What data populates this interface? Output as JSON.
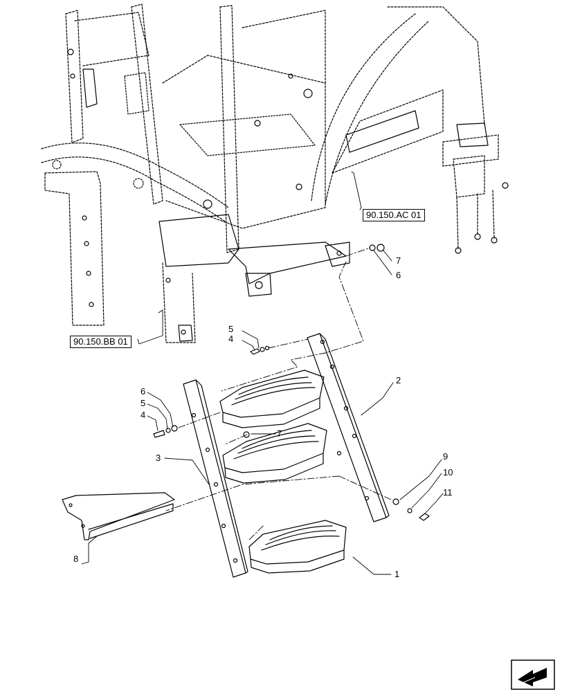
{
  "references": [
    {
      "id": "ref-ac",
      "label": "90.150.AC 01"
    },
    {
      "id": "ref-bb",
      "label": "90.150.BB 01"
    }
  ],
  "callouts": {
    "c7a": "7",
    "c6a": "6",
    "c5a": "5",
    "c4a": "4",
    "c2": "2",
    "c6b": "6",
    "c5b": "5",
    "c4b": "4",
    "c7b": "7",
    "c3": "3",
    "c9": "9",
    "c10": "10",
    "c11": "11",
    "c8": "8",
    "c1": "1"
  },
  "icons": [
    "next-page-arrow-icon"
  ]
}
